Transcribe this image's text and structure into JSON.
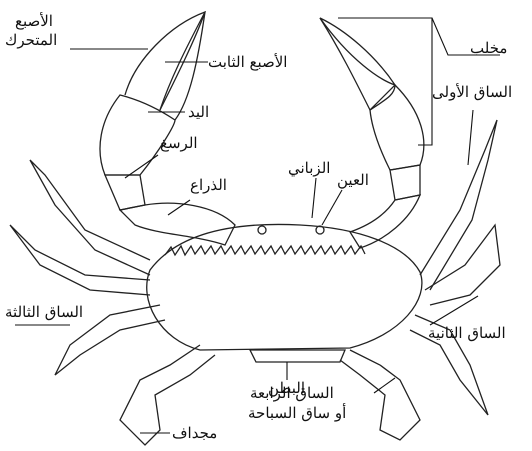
{
  "diagram": {
    "labels": {
      "movable_finger_line1": "الأصبع",
      "movable_finger_line2": "المتحرك",
      "fixed_finger": "الأصبع الثابت",
      "claw": "مخلب",
      "first_leg": "الساق الأولى",
      "hand": "اليد",
      "wrist": "الرسغ",
      "arm": "الذراع",
      "antenna": "الزباني",
      "eye": "العين",
      "third_leg": "الساق الثالثة",
      "second_leg": "الساق الثانية",
      "abdomen": "البطن",
      "fourth_leg_line1": "الساق الرابعة",
      "fourth_leg_line2": "أو ساق السباحة",
      "paddle": "مجداف"
    }
  }
}
